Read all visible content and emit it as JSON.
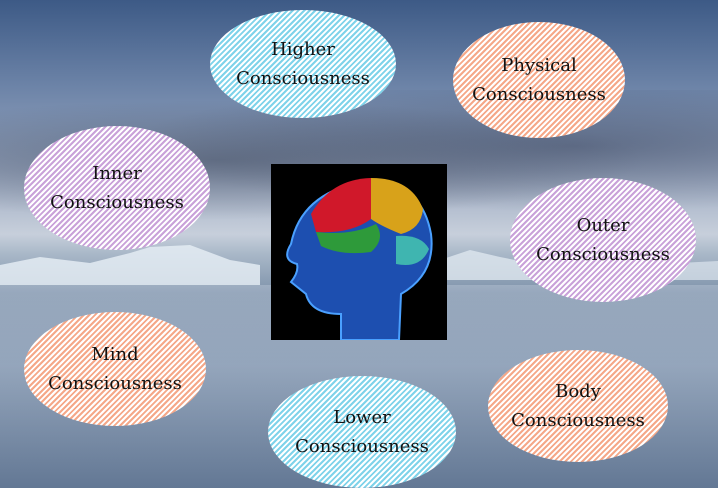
{
  "nodes": {
    "higher": {
      "line1": "Higher",
      "line2": "Consciousness"
    },
    "physical": {
      "line1": "Physical",
      "line2": "Consciousness"
    },
    "inner": {
      "line1": "Inner",
      "line2": "Consciousness"
    },
    "outer": {
      "line1": "Outer",
      "line2": "Consciousness"
    },
    "mind": {
      "line1": "Mind",
      "line2": "Consciousness"
    },
    "lower": {
      "line1": "Lower",
      "line2": "Consciousness"
    },
    "body": {
      "line1": "Body",
      "line2": "Consciousness"
    }
  },
  "colors": {
    "cyan": "#7fd3ea",
    "salmon": "#f5a889",
    "lavender": "#c9a2d9"
  }
}
